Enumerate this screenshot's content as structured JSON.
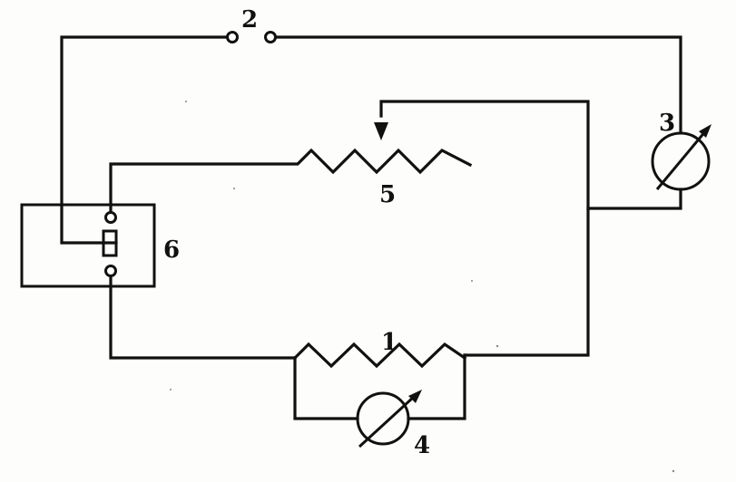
{
  "labels": {
    "resistor_1": "1",
    "switch_2": "2",
    "meter_3": "3",
    "meter_4": "4",
    "rheostat_5": "5",
    "device_6": "6"
  },
  "colors": {
    "ink": "#111111",
    "paper": "#fdfdfb"
  }
}
